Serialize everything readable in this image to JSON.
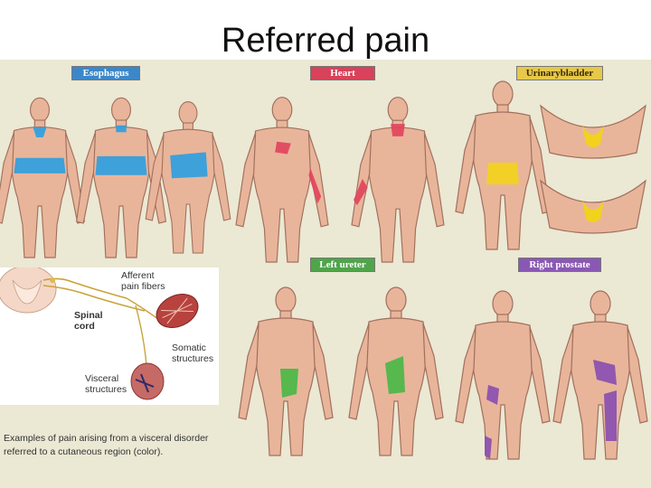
{
  "slide": {
    "title": "Referred pain"
  },
  "regions": [
    {
      "label": "Esophagus",
      "color": "#2f9fe0",
      "label_bg": "#3b87c9"
    },
    {
      "label": "Heart",
      "color": "#e2445c",
      "label_bg": "#d8425a"
    },
    {
      "label": "Urinary bladder",
      "color": "#f2d21c",
      "label_bg": "#e6c84a"
    },
    {
      "label": "Left ureter",
      "color": "#49b947",
      "label_bg": "#4fa54a"
    },
    {
      "label": "Right prostate",
      "color": "#8a4fb0",
      "label_bg": "#8a58b4"
    }
  ],
  "diagram": {
    "afferent_label": "Afferent\npain fibers",
    "spinal_label": "Spinal\ncord",
    "somatic_label": "Somatic\nstructures",
    "visceral_label": "Visceral\nstructures"
  },
  "caption": "Examples of pain arising from a visceral disorder referred to a cutaneous region (color).",
  "colors": {
    "skin": "#e8b59b",
    "skin_line": "#a1705c",
    "background": "#ebe8d4"
  }
}
